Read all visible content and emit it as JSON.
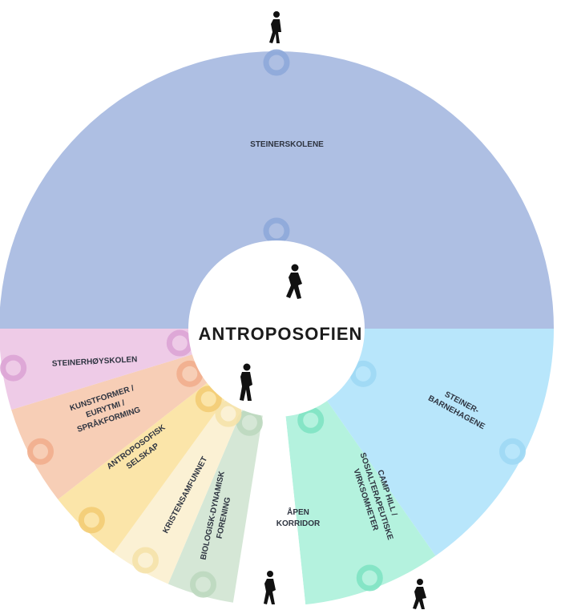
{
  "center": {
    "label": "ANTROPOSOFIEN"
  },
  "segments": [
    {
      "id": "steinerskolene",
      "lines": [
        "STEINERSKOLENE"
      ],
      "color": "#aebfe3",
      "notch": "#8ea9d9"
    },
    {
      "id": "steiner-barnehagene",
      "lines": [
        "STEINER-",
        "BARNEHAGENE"
      ],
      "color": "#b8e6fb",
      "notch": "#9fd8f4"
    },
    {
      "id": "camp-hill",
      "lines": [
        "CAMP HILL /",
        "SOSIALTERAPEUTISKE",
        "VIRKSOMHETER"
      ],
      "color": "#b4f2de",
      "notch": "#7fe3c3"
    },
    {
      "id": "apen-korridor",
      "lines": [
        "ÅPEN",
        "KORRIDOR"
      ],
      "color": "#ffffff",
      "notch": "#ffffff"
    },
    {
      "id": "biologisk-dynamisk",
      "lines": [
        "BIOLOGISK-DYNAMISK",
        "FORENING"
      ],
      "color": "#d5e7d6",
      "notch": "#bdd8bf"
    },
    {
      "id": "kristensamfunnet",
      "lines": [
        "KRISTENSAMFUNNET"
      ],
      "color": "#fbf1d4",
      "notch": "#f5e2aa"
    },
    {
      "id": "antroposofisk-selskap",
      "lines": [
        "ANTROPOSOFISK",
        "SELSKAP"
      ],
      "color": "#fbe5a9",
      "notch": "#f3cc74"
    },
    {
      "id": "kunstformer",
      "lines": [
        "KUNSTFORMER /",
        "EURYTMI /",
        "SPRÅKFORMING"
      ],
      "color": "#f7ceb6",
      "notch": "#f1ae8d"
    },
    {
      "id": "steinerhoyskolen",
      "lines": [
        "STEINERHØYSKOLEN"
      ],
      "color": "#eecbe7",
      "notch": "#dba4d5"
    }
  ],
  "figures": [
    "walking-figure-top",
    "walking-figure-center",
    "walking-figure-left",
    "walking-figure-bottom-left",
    "walking-figure-bottom-right"
  ]
}
